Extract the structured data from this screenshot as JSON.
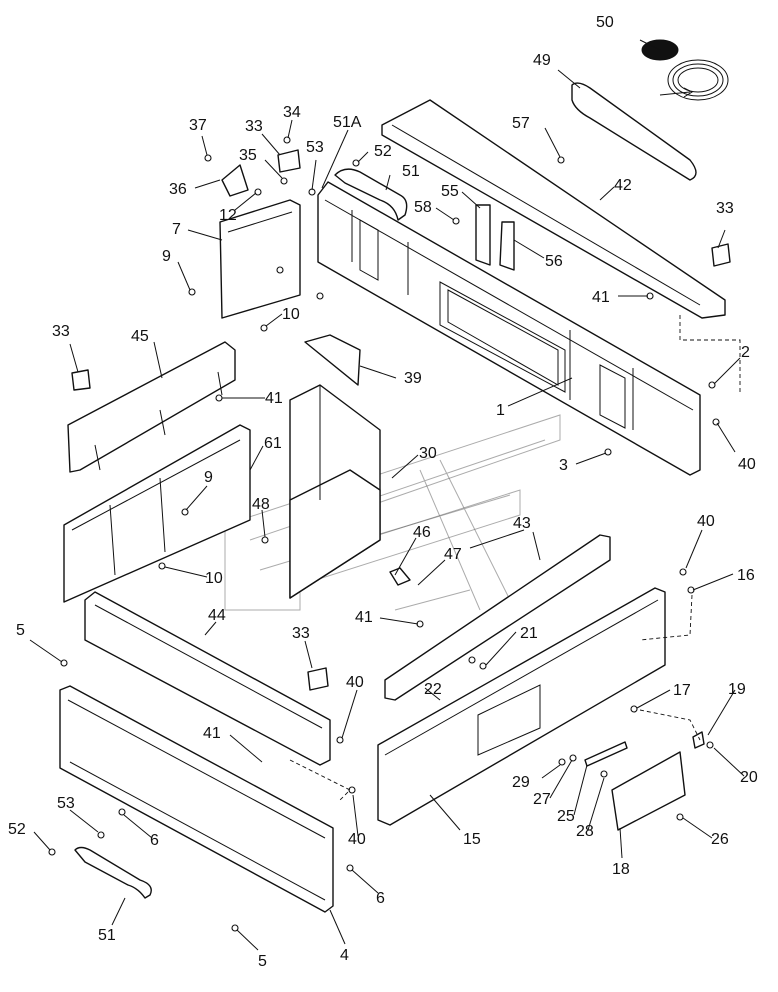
{
  "callouts": [
    {
      "id": "c50",
      "text": "50"
    },
    {
      "id": "c49",
      "text": "49"
    },
    {
      "id": "c37",
      "text": "37"
    },
    {
      "id": "c33a",
      "text": "33"
    },
    {
      "id": "c34",
      "text": "34"
    },
    {
      "id": "c51A",
      "text": "51A"
    },
    {
      "id": "c57",
      "text": "57"
    },
    {
      "id": "c35",
      "text": "35"
    },
    {
      "id": "c53a",
      "text": "53"
    },
    {
      "id": "c52a",
      "text": "52"
    },
    {
      "id": "c51a",
      "text": "51"
    },
    {
      "id": "c36",
      "text": "36"
    },
    {
      "id": "c12",
      "text": "12"
    },
    {
      "id": "c55",
      "text": "55"
    },
    {
      "id": "c42",
      "text": "42"
    },
    {
      "id": "c58",
      "text": "58"
    },
    {
      "id": "c33b",
      "text": "33"
    },
    {
      "id": "c7",
      "text": "7"
    },
    {
      "id": "c9a",
      "text": "9"
    },
    {
      "id": "c56",
      "text": "56"
    },
    {
      "id": "c41a",
      "text": "41"
    },
    {
      "id": "c10a",
      "text": "10"
    },
    {
      "id": "c33c",
      "text": "33"
    },
    {
      "id": "c45",
      "text": "45"
    },
    {
      "id": "c2",
      "text": "2"
    },
    {
      "id": "c39",
      "text": "39"
    },
    {
      "id": "c41b",
      "text": "41"
    },
    {
      "id": "c1",
      "text": "1"
    },
    {
      "id": "c40a",
      "text": "40"
    },
    {
      "id": "c61",
      "text": "61"
    },
    {
      "id": "c30",
      "text": "30"
    },
    {
      "id": "c3",
      "text": "3"
    },
    {
      "id": "c9b",
      "text": "9"
    },
    {
      "id": "c48",
      "text": "48"
    },
    {
      "id": "c46",
      "text": "46"
    },
    {
      "id": "c43",
      "text": "43"
    },
    {
      "id": "c40b",
      "text": "40"
    },
    {
      "id": "c47",
      "text": "47"
    },
    {
      "id": "c10b",
      "text": "10"
    },
    {
      "id": "c16",
      "text": "16"
    },
    {
      "id": "c5a",
      "text": "5"
    },
    {
      "id": "c44",
      "text": "44"
    },
    {
      "id": "c41c",
      "text": "41"
    },
    {
      "id": "c21",
      "text": "21"
    },
    {
      "id": "c33d",
      "text": "33"
    },
    {
      "id": "c40c",
      "text": "40"
    },
    {
      "id": "c22",
      "text": "22"
    },
    {
      "id": "c17",
      "text": "17"
    },
    {
      "id": "c19",
      "text": "19"
    },
    {
      "id": "c41d",
      "text": "41"
    },
    {
      "id": "c29",
      "text": "29"
    },
    {
      "id": "c27",
      "text": "27"
    },
    {
      "id": "c20",
      "text": "20"
    },
    {
      "id": "c25",
      "text": "25"
    },
    {
      "id": "c28",
      "text": "28"
    },
    {
      "id": "c53b",
      "text": "53"
    },
    {
      "id": "c52b",
      "text": "52"
    },
    {
      "id": "c6a",
      "text": "6"
    },
    {
      "id": "c40d",
      "text": "40"
    },
    {
      "id": "c15",
      "text": "15"
    },
    {
      "id": "c26",
      "text": "26"
    },
    {
      "id": "c18",
      "text": "18"
    },
    {
      "id": "c6b",
      "text": "6"
    },
    {
      "id": "c51b",
      "text": "51"
    },
    {
      "id": "c5b",
      "text": "5"
    },
    {
      "id": "c4",
      "text": "4"
    }
  ]
}
